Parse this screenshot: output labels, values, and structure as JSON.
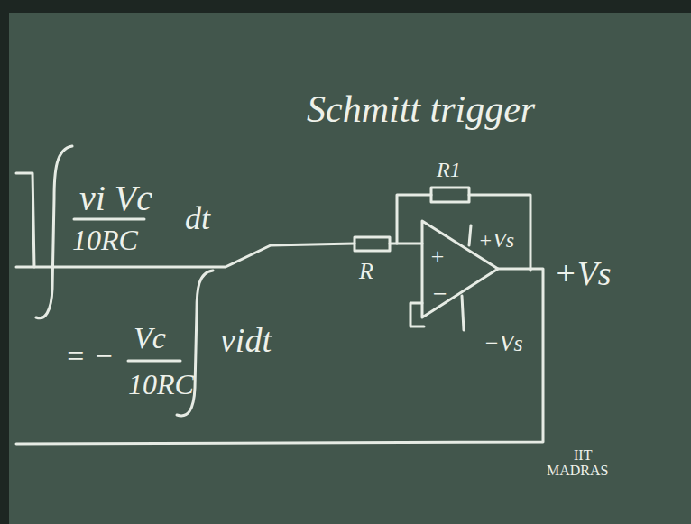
{
  "diagram": {
    "title": "Schmitt trigger",
    "labels": [
      "vi Vc",
      "10RC",
      "dt",
      "= −",
      "Vc",
      "10RC",
      "vidt",
      "R1",
      "R",
      "+Vs",
      "+",
      "−",
      "−Vs",
      "+Vs",
      "IIT",
      "MADRAS"
    ]
  }
}
